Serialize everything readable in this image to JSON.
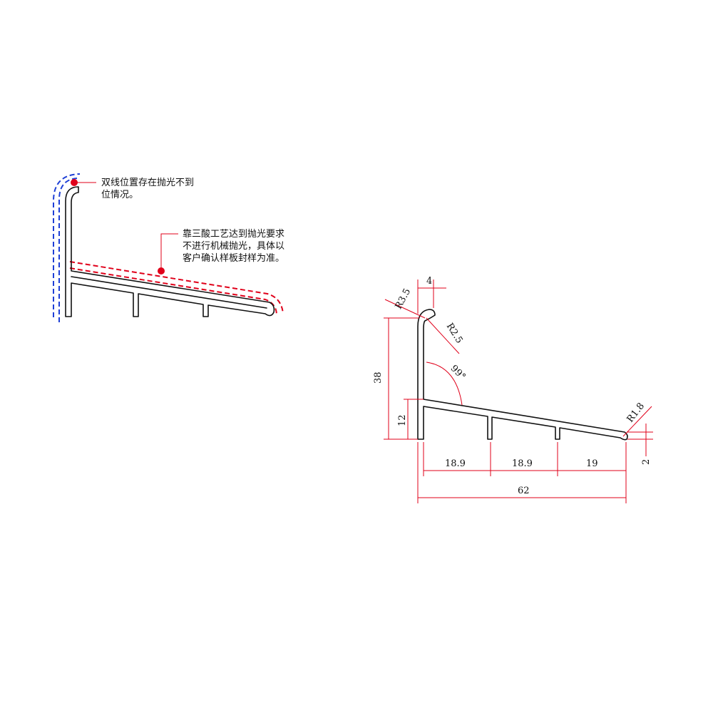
{
  "colors": {
    "outline": "#111111",
    "dimension": "#e0001a",
    "polish_dash_red": "#e0001a",
    "polish_dash_blue": "#1e3fd6"
  },
  "annotations": {
    "note_double_line": "双线位置存在抛光不到\n位情况。",
    "note_acid_process": "靠三酸工艺达到抛光要求\n不进行机械抛光，具体以\n客户确认样板封样为准。"
  },
  "dimensions": {
    "top_width": "4",
    "radius_outer": "R3.5",
    "radius_inner": "R2.5",
    "angle": "99°",
    "height_total": "38",
    "height_base": "12",
    "radius_tip": "R1.8",
    "tip_height": "2",
    "span_1": "18.9",
    "span_2": "18.9",
    "span_3": "19",
    "total_width": "62"
  }
}
